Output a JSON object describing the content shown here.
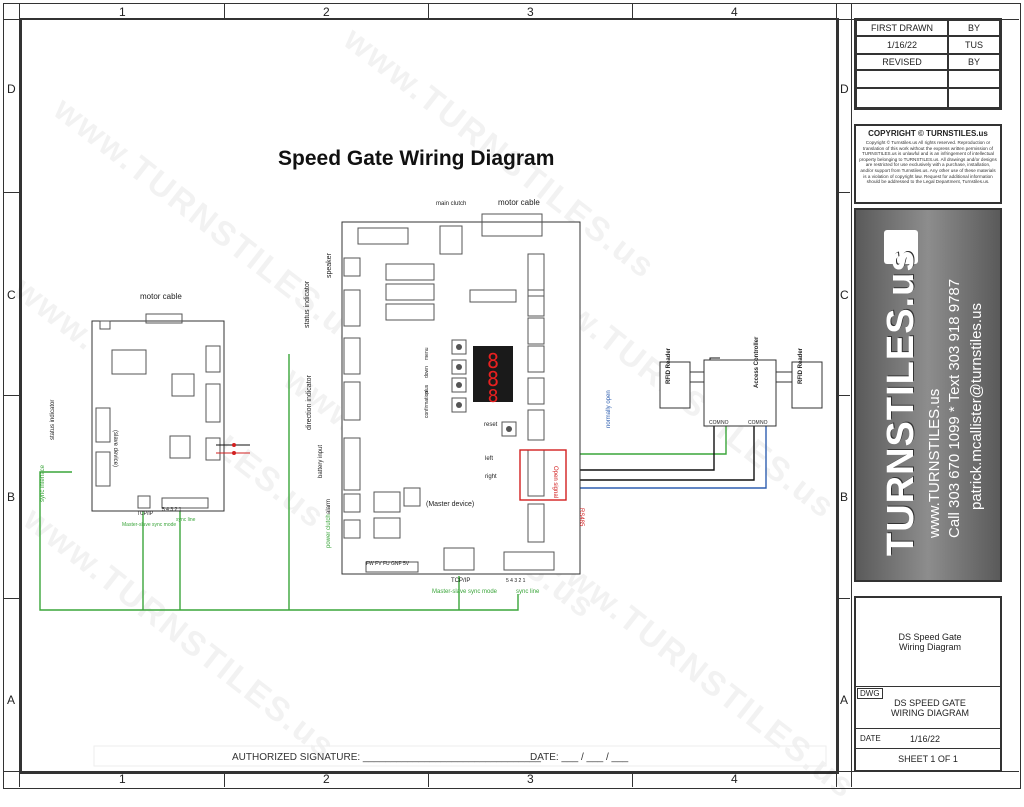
{
  "diagram": {
    "title": "Speed Gate Wiring Diagram",
    "master_label": "(Master device)",
    "slave_label": "(slave device)",
    "motor_cable": "motor cable",
    "main_clutch": "main clutch",
    "access_controller": "Access Controller",
    "rfid_reader": "RFID Reader",
    "speaker": "speaker",
    "status_indicator": "status indicator",
    "direction_indicator": "direction indicator",
    "battery_input": "battery input",
    "alarm": "alarm",
    "power_clutch": "power clutch",
    "tcpip": "TCP/IP",
    "master_slave_sync": "Master-slave sync mode",
    "sync_line": "sync line",
    "open_signal": "Open signal",
    "normally_open": "normally open",
    "left": "left",
    "right": "right",
    "reset": "reset",
    "sync_interface_slave": "sync interface",
    "pins_fw_fv": "FW FV FU GNF 5V",
    "pins_motor": "5 4 3 2 1",
    "menu_buttons": [
      "menu",
      "down",
      "plus",
      "confirmation"
    ],
    "display": "888",
    "com": "COM",
    "no": "NO",
    "slave_tcp": "TCP/IP",
    "slave_sync_line": "sync line",
    "rs485": "RS485"
  },
  "title_block": {
    "first_drawn": "FIRST DRAWN",
    "by": "BY",
    "date1": "1/16/22",
    "by_value": "TUS",
    "revised": "REVISED",
    "by2": "BY",
    "copyright_title": "COPYRIGHT © TURNSTILES.us",
    "copyright_text": "Copyright © Turnstiles.us All rights reserved. Reproduction or translation of this work without the express written permission of TURNSTILES.us is unlawful and is an infringement of intellectual property belonging to TURNSTILES.us. All drawings and/or designs are restricted for use exclusively with a purchase, installation, and/or support from Turnstiles.us. Any other use of these materials is a violation of copyright law. Request for additional information should be addressed to the Legal Department, Turnstiles.us.",
    "logo_text": "TURNSTILES.us",
    "website": "www.TURNSTILES.us",
    "phone": "Call 303 670 1099 * Text 303 918 9787",
    "email": "patrick.mcallister@turnstiles.us",
    "project_title": "DS Speed Gate Wiring Diagram",
    "dwg": "DWG",
    "dwg_title": "DS SPEED GATE WIRING DIAGRAM",
    "date_label": "DATE",
    "date_value": "1/16/22",
    "sheet": "SHEET  1  OF  1"
  },
  "signature": {
    "authorized": "AUTHORIZED SIGNATURE: ________________________________",
    "date": "DATE: ___ / ___ / ___"
  },
  "grid": {
    "cols": [
      "1",
      "2",
      "3",
      "4"
    ],
    "rows": [
      "D",
      "C",
      "B",
      "A"
    ]
  },
  "watermark": "www.TURNSTILES.us",
  "colors": {
    "green": "#3aa53a",
    "red": "#d22020",
    "blue": "#2f5fb0",
    "brand_bg": "#6b6b6b",
    "display_bg": "#1a1a1a",
    "display_fg": "#e82020"
  }
}
